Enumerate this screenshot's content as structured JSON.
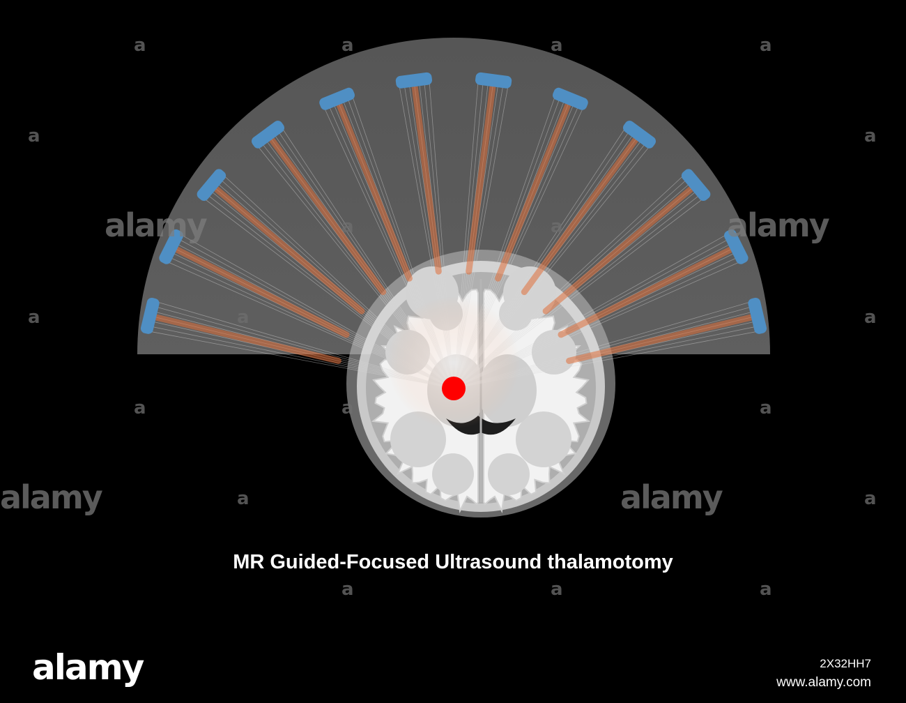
{
  "caption": "MR Guided-Focused Ultrasound thalamotomy",
  "watermark": {
    "word": "alamy",
    "glyph": "a"
  },
  "footer": {
    "logo": "alamy",
    "image_id": "2X32HH7",
    "site": "www.alamy.com"
  },
  "colors": {
    "background": "#000000",
    "helmet": "#4b4b4b",
    "transducer": "#4f8fc4",
    "beam": "#e0703a",
    "focal_target": "#ff0000",
    "caption": "#ffffff"
  },
  "diagram": {
    "transducer_count": 12,
    "labels": []
  }
}
